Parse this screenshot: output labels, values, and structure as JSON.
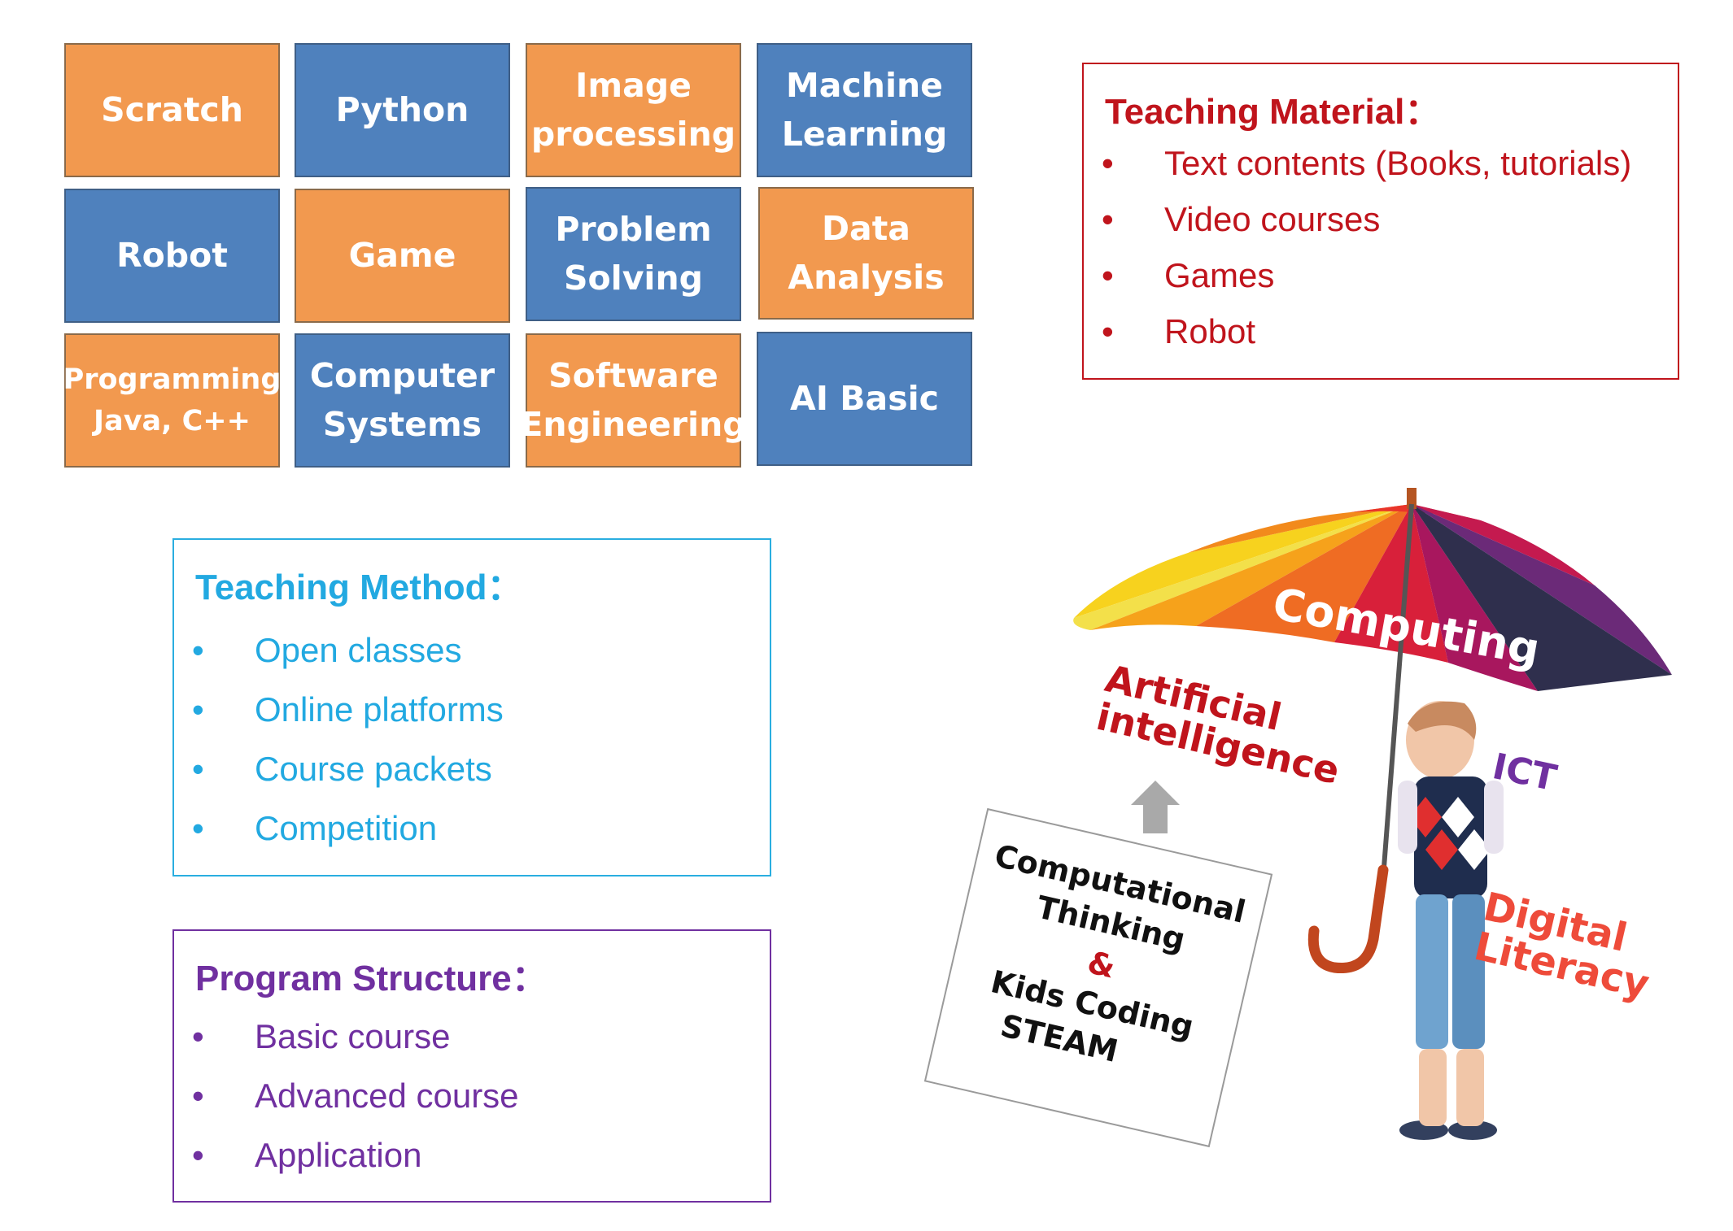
{
  "tiles": [
    {
      "label": "Scratch",
      "color": "orange"
    },
    {
      "label": "Python",
      "color": "blue"
    },
    {
      "label": "Image\nprocessing",
      "color": "orange"
    },
    {
      "label": "Machine\nLearning",
      "color": "blue"
    },
    {
      "label": "Robot",
      "color": "blue"
    },
    {
      "label": "Game",
      "color": "orange"
    },
    {
      "label": "Problem\nSolving",
      "color": "blue"
    },
    {
      "label": "Data\nAnalysis",
      "color": "orange"
    },
    {
      "label": "Programming\nJava, C++",
      "color": "orange"
    },
    {
      "label": "Computer\nSystems",
      "color": "blue"
    },
    {
      "label": "Software\nEngineering",
      "color": "orange"
    },
    {
      "label": "AI Basic",
      "color": "blue"
    }
  ],
  "teaching_material": {
    "heading": "Teaching Material：",
    "items": [
      "Text contents (Books, tutorials)",
      "Video courses",
      "Games",
      "Robot"
    ]
  },
  "teaching_method": {
    "heading": "Teaching Method：",
    "items": [
      "Open classes",
      "Online platforms",
      "Course packets",
      "Competition"
    ]
  },
  "program_structure": {
    "heading": "Program Structure：",
    "items": [
      "Basic course",
      "Advanced course",
      "Application"
    ]
  },
  "bullet": "•",
  "illustration": {
    "umbrella_label": "Computing",
    "ai_label": "Artificial\nintelligence",
    "ict_label": "ICT",
    "digital_label": "Digital\nLiteracy",
    "card": {
      "line1": "Computational",
      "line2": "Thinking",
      "amp": "&",
      "line3": "Kids  Coding",
      "line4": "STEAM"
    }
  },
  "colors": {
    "tile_orange": "#f2994f",
    "tile_blue": "#4f81bd",
    "material": "#c0141c",
    "method": "#22a9e1",
    "structure": "#7030a0"
  }
}
